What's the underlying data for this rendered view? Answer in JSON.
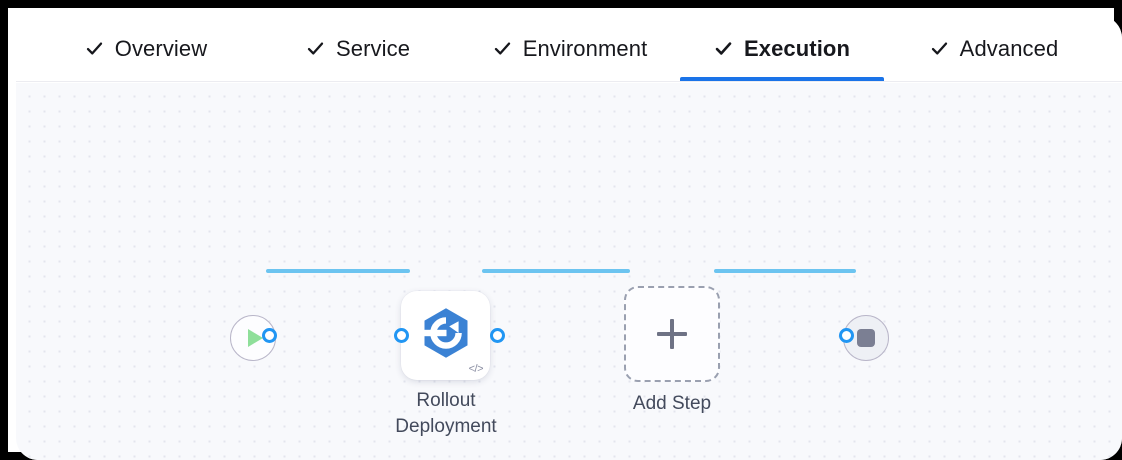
{
  "tabs": [
    {
      "label": "Overview",
      "icon": "check-icon",
      "active": false
    },
    {
      "label": "Service",
      "icon": "check-icon",
      "active": false
    },
    {
      "label": "Environment",
      "icon": "check-icon",
      "active": false
    },
    {
      "label": "Execution",
      "icon": "check-icon",
      "active": true
    },
    {
      "label": "Advanced",
      "icon": "check-icon",
      "active": false
    }
  ],
  "canvas": {
    "background_color": "#f8f9fc",
    "dot_color": "#e3e5ee",
    "connector_color": "#6cc4f0",
    "port_color": "#2196f3"
  },
  "pipeline": {
    "start_node": {
      "icon": "play-icon",
      "icon_color": "#8fdf9a",
      "border_color": "#b9b6c9"
    },
    "steps": [
      {
        "caption": "Rollout\nDeployment",
        "icon": "rollout-deployment-icon",
        "icon_color": "#3b82d4",
        "badge": "</>",
        "type": "step-card"
      },
      {
        "caption": "Add Step",
        "icon": "plus-icon",
        "icon_color": "#6e7285",
        "type": "add-step-placeholder"
      }
    ],
    "end_node": {
      "icon": "stop-icon",
      "icon_color": "#7b7f93",
      "border_color": "#b9b6c9"
    }
  },
  "theme": {
    "accent": "#1a73e8",
    "tab_text": "#17181d",
    "caption_text": "#434a5c"
  }
}
